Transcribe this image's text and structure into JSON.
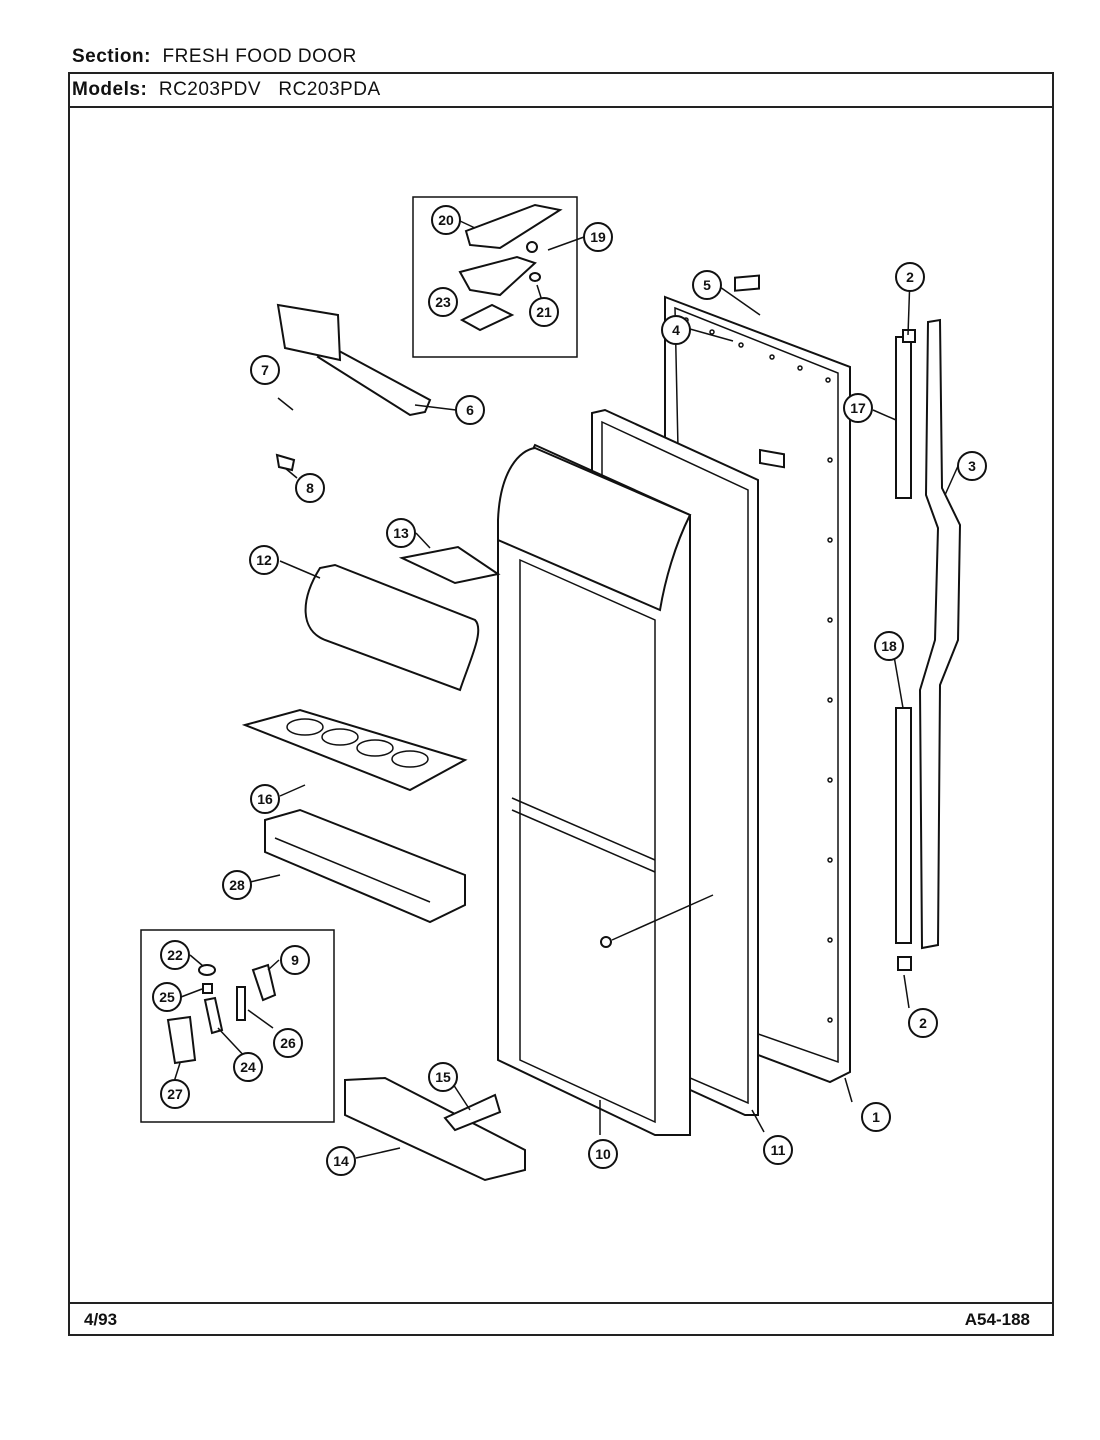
{
  "header": {
    "section_label": "Section:",
    "section_value": "FRESH FOOD DOOR",
    "models_label": "Models:",
    "models": [
      "RC203PDV",
      "RC203PDA"
    ]
  },
  "footer": {
    "date": "4/93",
    "code": "A54-188"
  },
  "callouts": [
    "1",
    "2",
    "2",
    "3",
    "4",
    "5",
    "6",
    "7",
    "8",
    "9",
    "10",
    "11",
    "12",
    "13",
    "14",
    "15",
    "16",
    "17",
    "18",
    "19",
    "20",
    "21",
    "22",
    "23",
    "24",
    "25",
    "26",
    "27",
    "28"
  ]
}
